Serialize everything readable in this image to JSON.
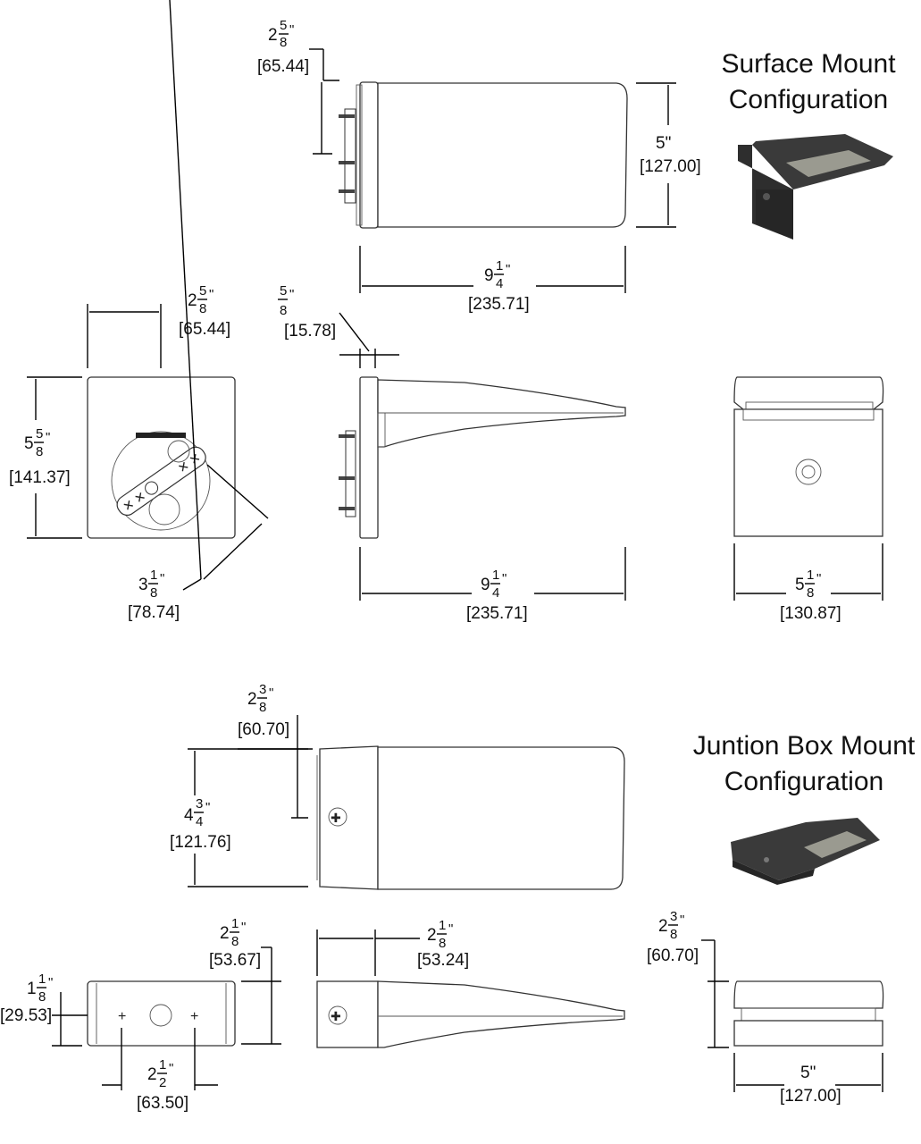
{
  "titles": {
    "surface_line1": "Surface Mount",
    "surface_line2": "Configuration",
    "junction_line1": "Juntion Box Mount",
    "junction_line2": "Configuration"
  },
  "dims": {
    "sm_depth_whole": "2",
    "sm_depth_num": "5",
    "sm_depth_den": "8",
    "sm_depth_in": "\"",
    "sm_depth_mm": "[65.44]",
    "sm_height_in": "5\"",
    "sm_height_mm": "[127.00]",
    "sm_len_whole": "9",
    "sm_len_num": "1",
    "sm_len_den": "4",
    "sm_len_in": "\"",
    "sm_len_mm": "[235.71]",
    "bp_width_whole": "2",
    "bp_width_num": "5",
    "bp_width_den": "8",
    "bp_width_in": "\"",
    "bp_width_mm": "[65.44]",
    "bp_height_whole": "5",
    "bp_height_num": "5",
    "bp_height_den": "8",
    "bp_height_in": "\"",
    "bp_height_mm": "[141.37]",
    "bp_diag_whole": "3",
    "bp_diag_num": "1",
    "bp_diag_den": "8",
    "bp_diag_in": "\"",
    "bp_diag_mm": "[78.74]",
    "plate_num": "5",
    "plate_den": "8",
    "plate_in": "\"",
    "plate_mm": "[15.78]",
    "side_len_whole": "9",
    "side_len_num": "1",
    "side_len_den": "4",
    "side_len_in": "\"",
    "side_len_mm": "[235.71]",
    "front_w_whole": "5",
    "front_w_num": "1",
    "front_w_den": "8",
    "front_w_in": "\"",
    "front_w_mm": "[130.87]",
    "jb_depth_whole": "2",
    "jb_depth_num": "3",
    "jb_depth_den": "8",
    "jb_depth_in": "\"",
    "jb_depth_mm": "[60.70]",
    "jb_height_whole": "4",
    "jb_height_num": "3",
    "jb_height_den": "4",
    "jb_height_in": "\"",
    "jb_height_mm": "[121.76]",
    "jb_box_h_whole": "2",
    "jb_box_h_num": "1",
    "jb_box_h_den": "8",
    "jb_box_h_in": "\"",
    "jb_box_h_mm": "[53.67]",
    "jb_box_d_whole": "1",
    "jb_box_d_num": "1",
    "jb_box_d_den": "8",
    "jb_box_d_in": "\"",
    "jb_box_d_mm": "[29.53]",
    "jb_box_w_whole": "2",
    "jb_box_w_num": "1",
    "jb_box_w_den": "2",
    "jb_box_w_in": "\"",
    "jb_box_w_mm": "[63.50]",
    "jb_side_whole": "2",
    "jb_side_num": "1",
    "jb_side_den": "8",
    "jb_side_in": "\"",
    "jb_side_mm": "[53.24]",
    "jb_front_h_whole": "2",
    "jb_front_h_num": "3",
    "jb_front_h_den": "8",
    "jb_front_h_in": "\"",
    "jb_front_h_mm": "[60.70]",
    "jb_front_w_in": "5\"",
    "jb_front_w_mm": "[127.00]"
  },
  "colors": {
    "fixture": "#3a3a3a",
    "lens": "#9a9a90",
    "line": "#000000"
  }
}
